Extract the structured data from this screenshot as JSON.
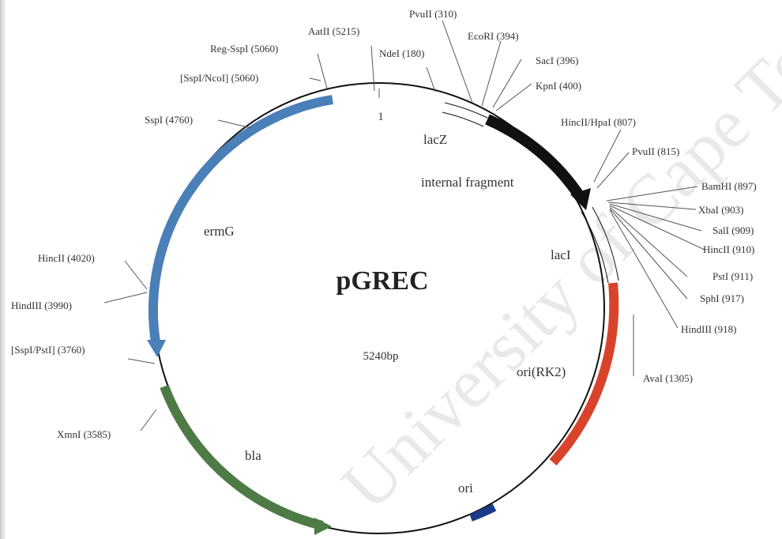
{
  "plasmid": {
    "name": "pGREC",
    "size": "5240bp",
    "origin_label": "1"
  },
  "colors": {
    "backbone": "#111111",
    "ermG": "#4a7fb8",
    "lacZ": "#111111",
    "oriRK2": "#d9432c",
    "bla": "#4d7a45",
    "ori": "#1a3a8a",
    "lacI": "#ffffff"
  },
  "features": [
    {
      "label": "ermG"
    },
    {
      "label": "lacZ"
    },
    {
      "label": "internal fragment"
    },
    {
      "label": "lacI"
    },
    {
      "label": "ori(RK2)"
    },
    {
      "label": "bla"
    },
    {
      "label": "ori"
    }
  ],
  "sites": [
    {
      "label": "PvuII (310)"
    },
    {
      "label": "EcoRI (394)"
    },
    {
      "label": "SacI (396)"
    },
    {
      "label": "KpnI (400)"
    },
    {
      "label": "NdeI (180)"
    },
    {
      "label": "AatII (5215)"
    },
    {
      "label": "Reg-SspI (5060)"
    },
    {
      "label": "[SspI/NcoI] (5060)"
    },
    {
      "label": "SspI (4760)"
    },
    {
      "label": "HincII/HpaI (807)"
    },
    {
      "label": "PvuII (815)"
    },
    {
      "label": "BamHI (897)"
    },
    {
      "label": "XbaI (903)"
    },
    {
      "label": "SalI (909)"
    },
    {
      "label": "HincII (910)"
    },
    {
      "label": "PstI (911)"
    },
    {
      "label": "SphI (917)"
    },
    {
      "label": "HindIII (918)"
    },
    {
      "label": "AvaI (1305)"
    },
    {
      "label": "HincII (4020)"
    },
    {
      "label": "HindIII (3990)"
    },
    {
      "label": "[SspI/PstI] (3760)"
    },
    {
      "label": "XmnI (3585)"
    }
  ],
  "watermark": "University of Cape Town"
}
